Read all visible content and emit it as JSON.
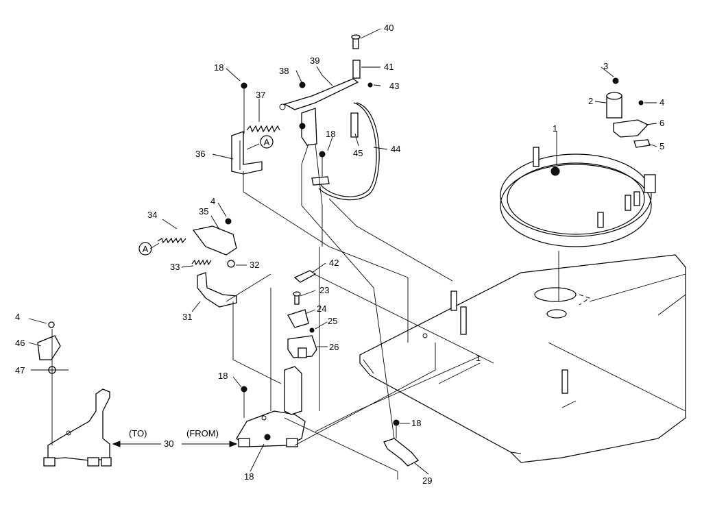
{
  "callouts": {
    "p1a": "1",
    "p1b": "1",
    "p2": "2",
    "p3": "3",
    "p4a": "4",
    "p4b": "4",
    "p4c": "4",
    "p5": "5",
    "p6": "6",
    "p18a": "18",
    "p18b": "18",
    "p18c": "18",
    "p18d": "18",
    "p18e": "18",
    "p23": "23",
    "p24": "24",
    "p25": "25",
    "p26": "26",
    "p29": "29",
    "p30": "30",
    "p31": "31",
    "p32": "32",
    "p33": "33",
    "p34": "34",
    "p35": "35",
    "p36": "36",
    "p37": "37",
    "p38": "38",
    "p39": "39",
    "p40": "40",
    "p41": "41",
    "p42": "42",
    "p43": "43",
    "p44": "44",
    "p45": "45",
    "p46": "46",
    "p47": "47"
  },
  "markers": {
    "a1": "A",
    "a2": "A"
  },
  "labels": {
    "to": "(TO)",
    "from": "(FROM)"
  }
}
